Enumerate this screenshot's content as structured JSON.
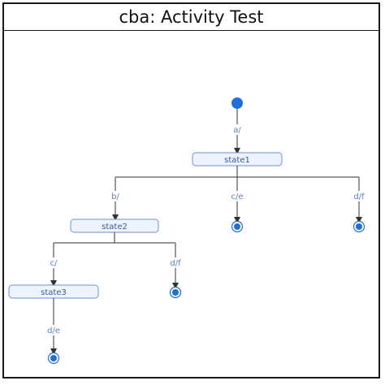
{
  "title": "cba: Activity Test",
  "states": {
    "state1": "state1",
    "state2": "state2",
    "state3": "state3"
  },
  "transitions": {
    "init_to_state1": "a/",
    "state1_to_state2": "b/",
    "state1_to_final_ce": "c/e",
    "state1_to_final_df": "d/f",
    "state2_to_state3": "c/",
    "state2_to_final_df": "d/f",
    "state3_to_final_de": "d/e"
  },
  "colors": {
    "node_blue": "#1e6fd9",
    "state_fill": "#eef3fc",
    "state_border": "#6f8fcf",
    "line": "#333333",
    "label": "#5a7fc4"
  }
}
